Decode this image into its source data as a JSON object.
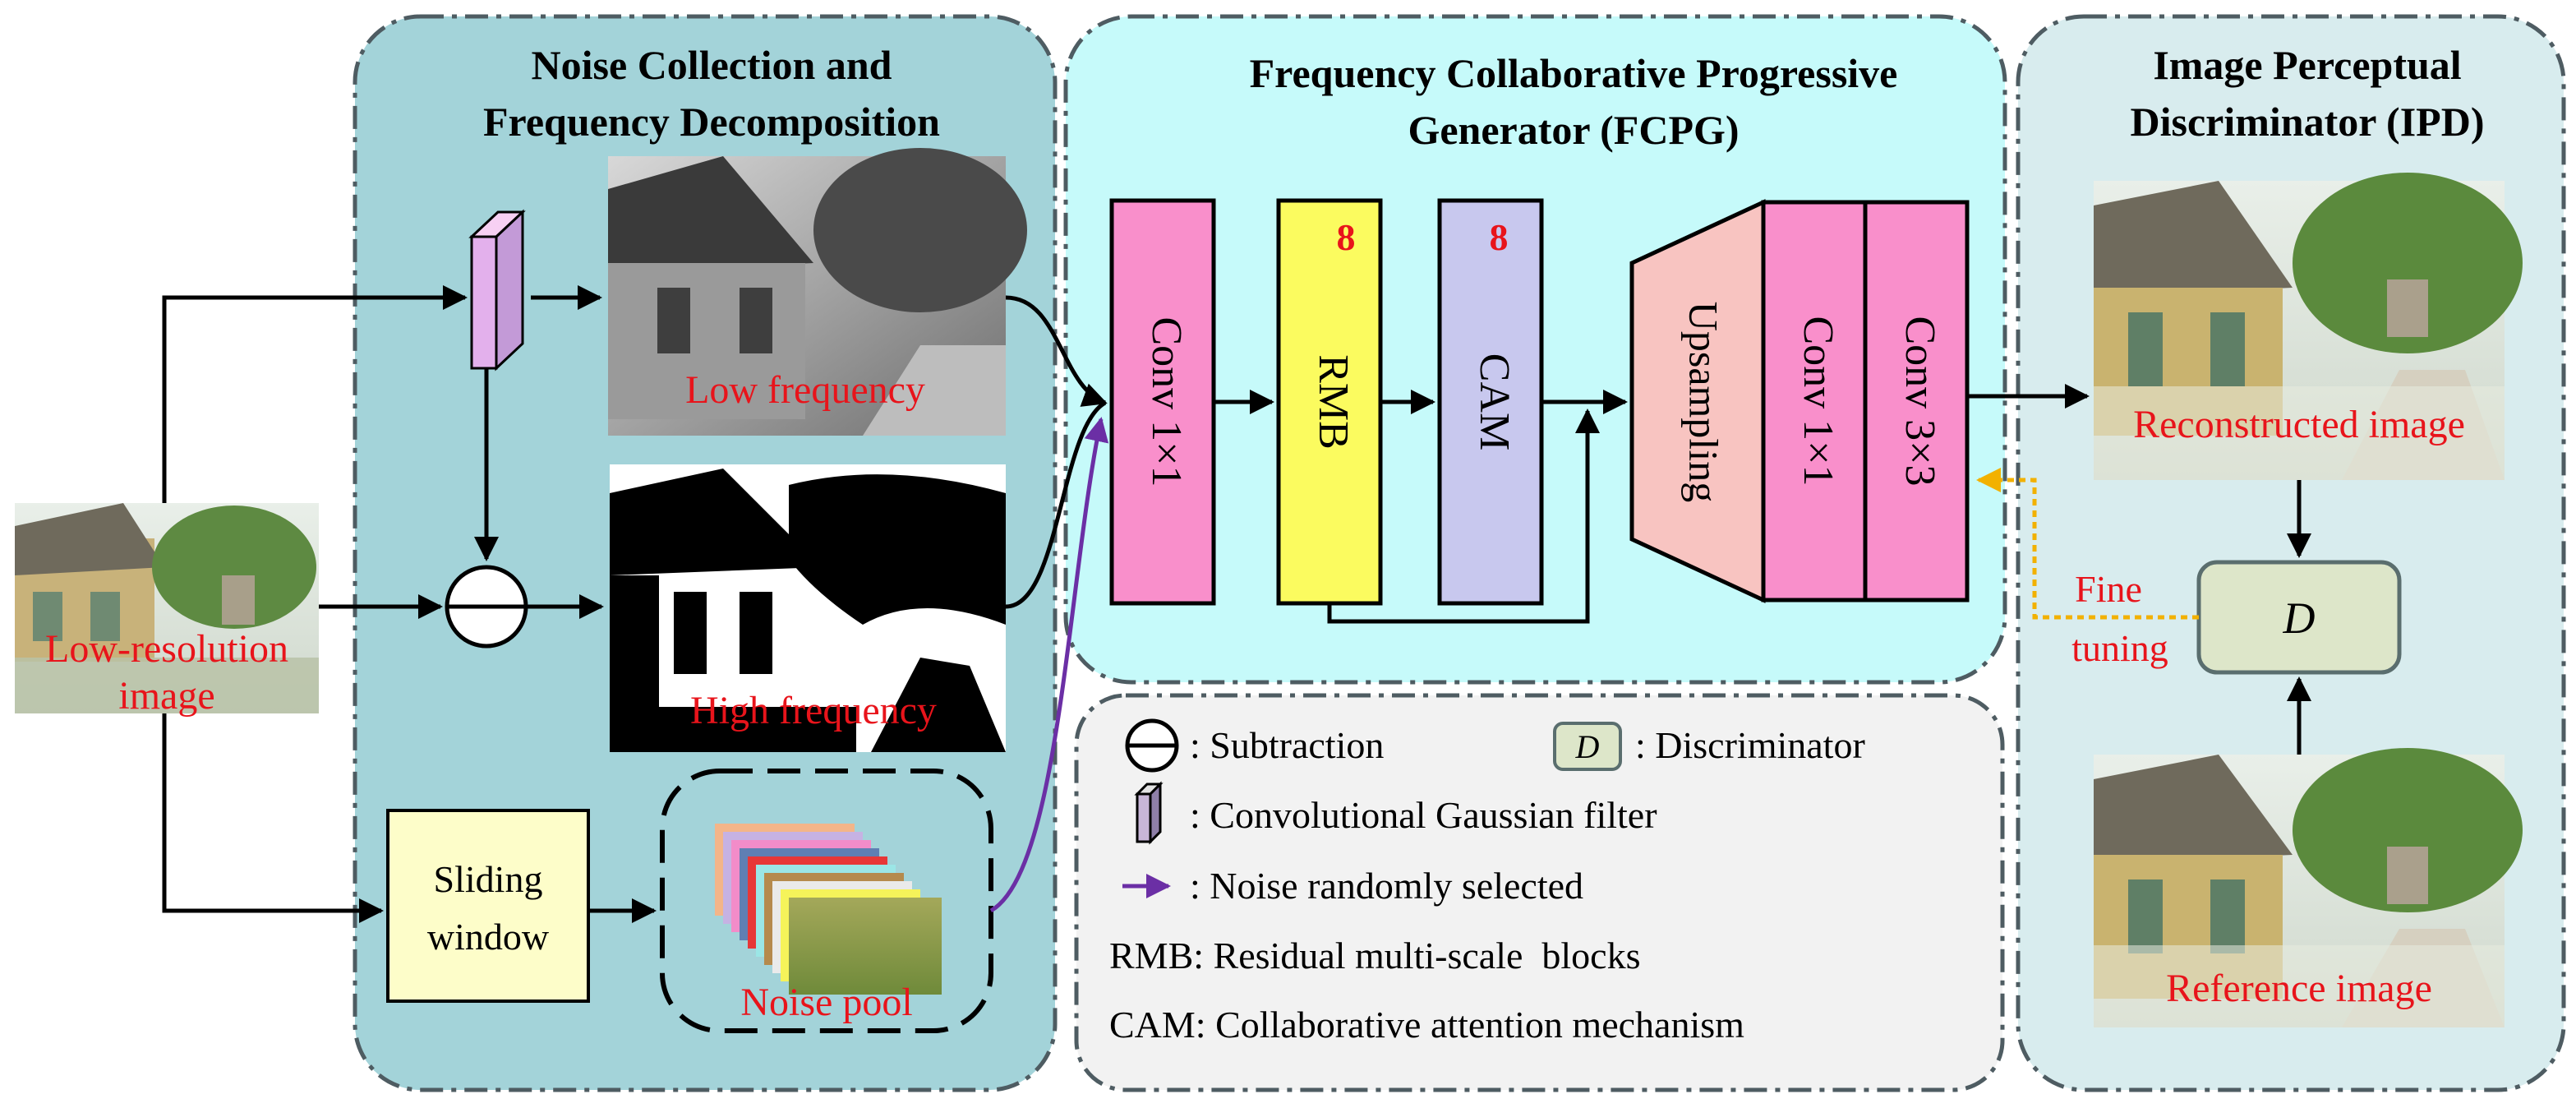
{
  "panels": {
    "noise": {
      "title_line1": "Noise Collection and",
      "title_line2": "Frequency Decomposition"
    },
    "generator": {
      "title_line1": "Frequency Collaborative Progressive",
      "title_line2": "Generator (FCPG)"
    },
    "discriminator": {
      "title_line1": "Image Perceptual",
      "title_line2": "Discriminator (IPD)"
    }
  },
  "images": {
    "input_label_line1": "Low-resolution",
    "input_label_line2": "image",
    "low_freq_label": "Low frequency",
    "high_freq_label": "High frequency",
    "reconstructed_label": "Reconstructed image",
    "reference_label": "Reference image"
  },
  "blocks": {
    "sliding_window_line1": "Sliding",
    "sliding_window_line2": "window",
    "noise_pool_label": "Noise pool",
    "conv1_label": "Conv 1×1",
    "rmb_label": "RMB",
    "rmb_count": "8",
    "cam_label": "CAM",
    "cam_count": "8",
    "upsampling_label": "Upsampling",
    "conv2_label": "Conv 1×1",
    "conv3_label": "Conv 3×3",
    "discriminator_symbol": "D",
    "fine_tuning_line1": "Fine",
    "fine_tuning_line2": "tuning"
  },
  "legend": {
    "subtraction": ": Subtraction",
    "discriminator_symbol": "D",
    "discriminator": ": Discriminator",
    "gaussian": ": Convolutional Gaussian filter",
    "noise_selected": ": Noise randomly selected",
    "rmb": "RMB: Residual multi-scale  blocks",
    "cam": "CAM: Collaborative attention mechanism"
  },
  "colors": {
    "panel_teal": "#a3d3d9",
    "panel_cyan": "#c6fafa",
    "panel_light": "#d8ecee",
    "legend_bg": "#f2f2f2",
    "conv_pink": "#f98fcb",
    "rmb_yellow": "#fbfb5f",
    "cam_lavender": "#c8c8ee",
    "upsample_salmon": "#f8c4c1",
    "sliding_window": "#fdfdc9",
    "discriminator_fill": "#dde6c9",
    "label_red": "#e8141b",
    "noise_arrow": "#6b2fa5",
    "fine_tune_arrow": "#f2b100"
  }
}
